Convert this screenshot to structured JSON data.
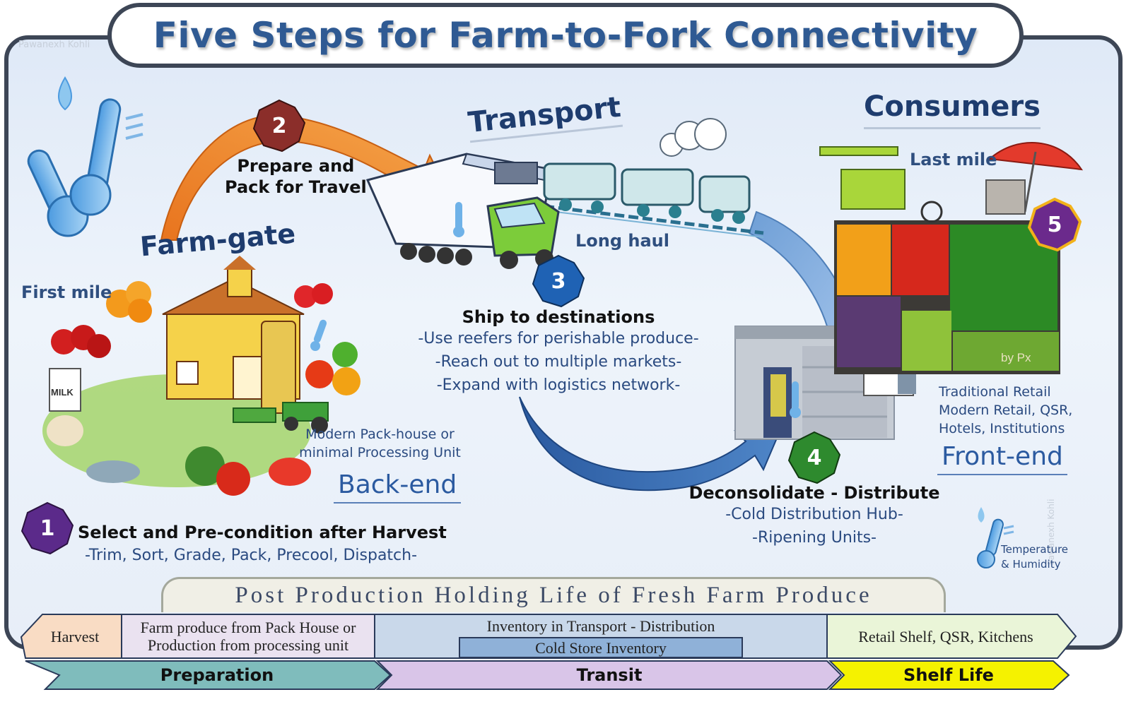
{
  "title": "Five Steps for Farm-to-Fork Connectivity",
  "watermark": "Pawanexh Kohli",
  "watermark_vertical": "Pawanexh Kohli",
  "headers": {
    "transport": "Transport",
    "consumers": "Consumers",
    "farmgate": "Farm-gate"
  },
  "labels": {
    "first_mile": "First mile",
    "long_haul": "Long haul",
    "last_mile": "Last mile"
  },
  "steps": [
    {
      "num": "1",
      "title": "Select and Pre-condition after Harvest",
      "lines": [
        "-Trim, Sort, Grade, Pack, Precool, Dispatch-"
      ]
    },
    {
      "num": "2",
      "title_lines": [
        "Prepare and",
        "Pack for Travel"
      ]
    },
    {
      "num": "3",
      "title": "Ship to destinations",
      "lines": [
        "-Use reefers for perishable produce-",
        "-Reach out to multiple markets-",
        "-Expand with logistics network-"
      ]
    },
    {
      "num": "4",
      "title": "Deconsolidate - Distribute",
      "lines": [
        "-Cold Distribution Hub-",
        "-Ripening Units-"
      ]
    },
    {
      "num": "5"
    }
  ],
  "packhouse_lines": [
    "Modern Pack-house or",
    "minimal Processing Unit"
  ],
  "backend": "Back-end",
  "frontend": "Front-end",
  "retail_lines": [
    "Traditional Retail",
    "Modern Retail, QSR,",
    "Hotels, Institutions"
  ],
  "temp_lines": [
    "Temperature",
    "& Humidity"
  ],
  "produce_sign": "by Px",
  "milk_label": "MILK",
  "timeline": {
    "heading": "Post Production Holding Life of  Fresh Farm Produce",
    "harvest": "Harvest",
    "farm_produce_lines": [
      "Farm produce from Pack House or",
      "Production from processing unit"
    ],
    "inventory_transport": "Inventory in Transport - Distribution",
    "cold_store": "Cold Store Inventory",
    "retail_shelf": "Retail Shelf, QSR, Kitchens",
    "preparation": "Preparation",
    "transit": "Transit",
    "shelf_life": "Shelf Life"
  },
  "colors": {
    "title": "#2f5a93",
    "badge1": "#5b2a8a",
    "badge2": "#8b2e2a",
    "badge3": "#1f62b4",
    "badge4": "#2e8a2e",
    "badge5": "#6b2a8c",
    "preparation": "#7fbcbc",
    "transit": "#d9c5e8",
    "shelf_life": "#f5f200"
  }
}
